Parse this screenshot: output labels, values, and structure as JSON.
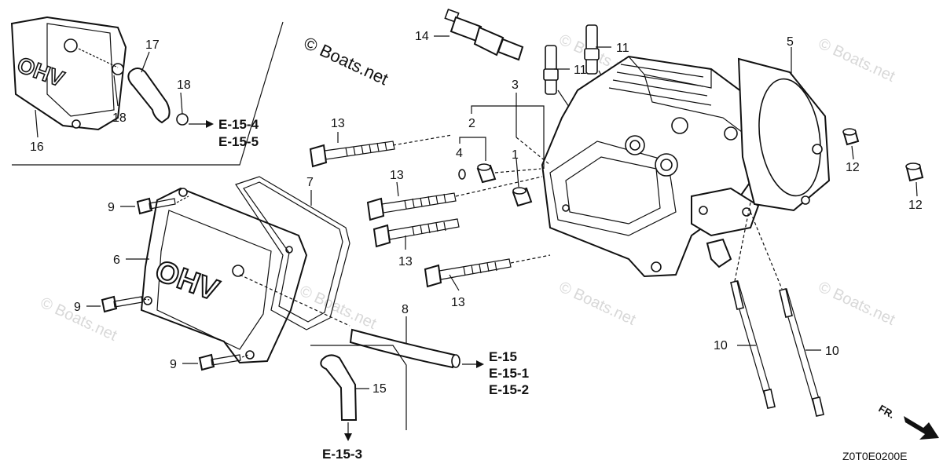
{
  "watermark": {
    "main": "© Boats.net",
    "faint": "© Boats.net"
  },
  "diagram_code": "Z0T0E0200E",
  "direction_label": "FR.",
  "embossed_text": "OHV",
  "callouts": {
    "c1": "1",
    "c2": "2",
    "c3": "3",
    "c4": "4",
    "c5": "5",
    "c6": "6",
    "c7": "7",
    "c8": "8",
    "c9": "9",
    "c10": "10",
    "c11": "11",
    "c12": "12",
    "c13": "13",
    "c14": "14",
    "c15": "15",
    "c16": "16",
    "c17": "17",
    "c18": "18"
  },
  "refs": {
    "r_e15_4": "E-15-4",
    "r_e15_5": "E-15-5",
    "r_e15": "E-15",
    "r_e15_1": "E-15-1",
    "r_e15_2": "E-15-2",
    "r_e15_3": "E-15-3"
  }
}
